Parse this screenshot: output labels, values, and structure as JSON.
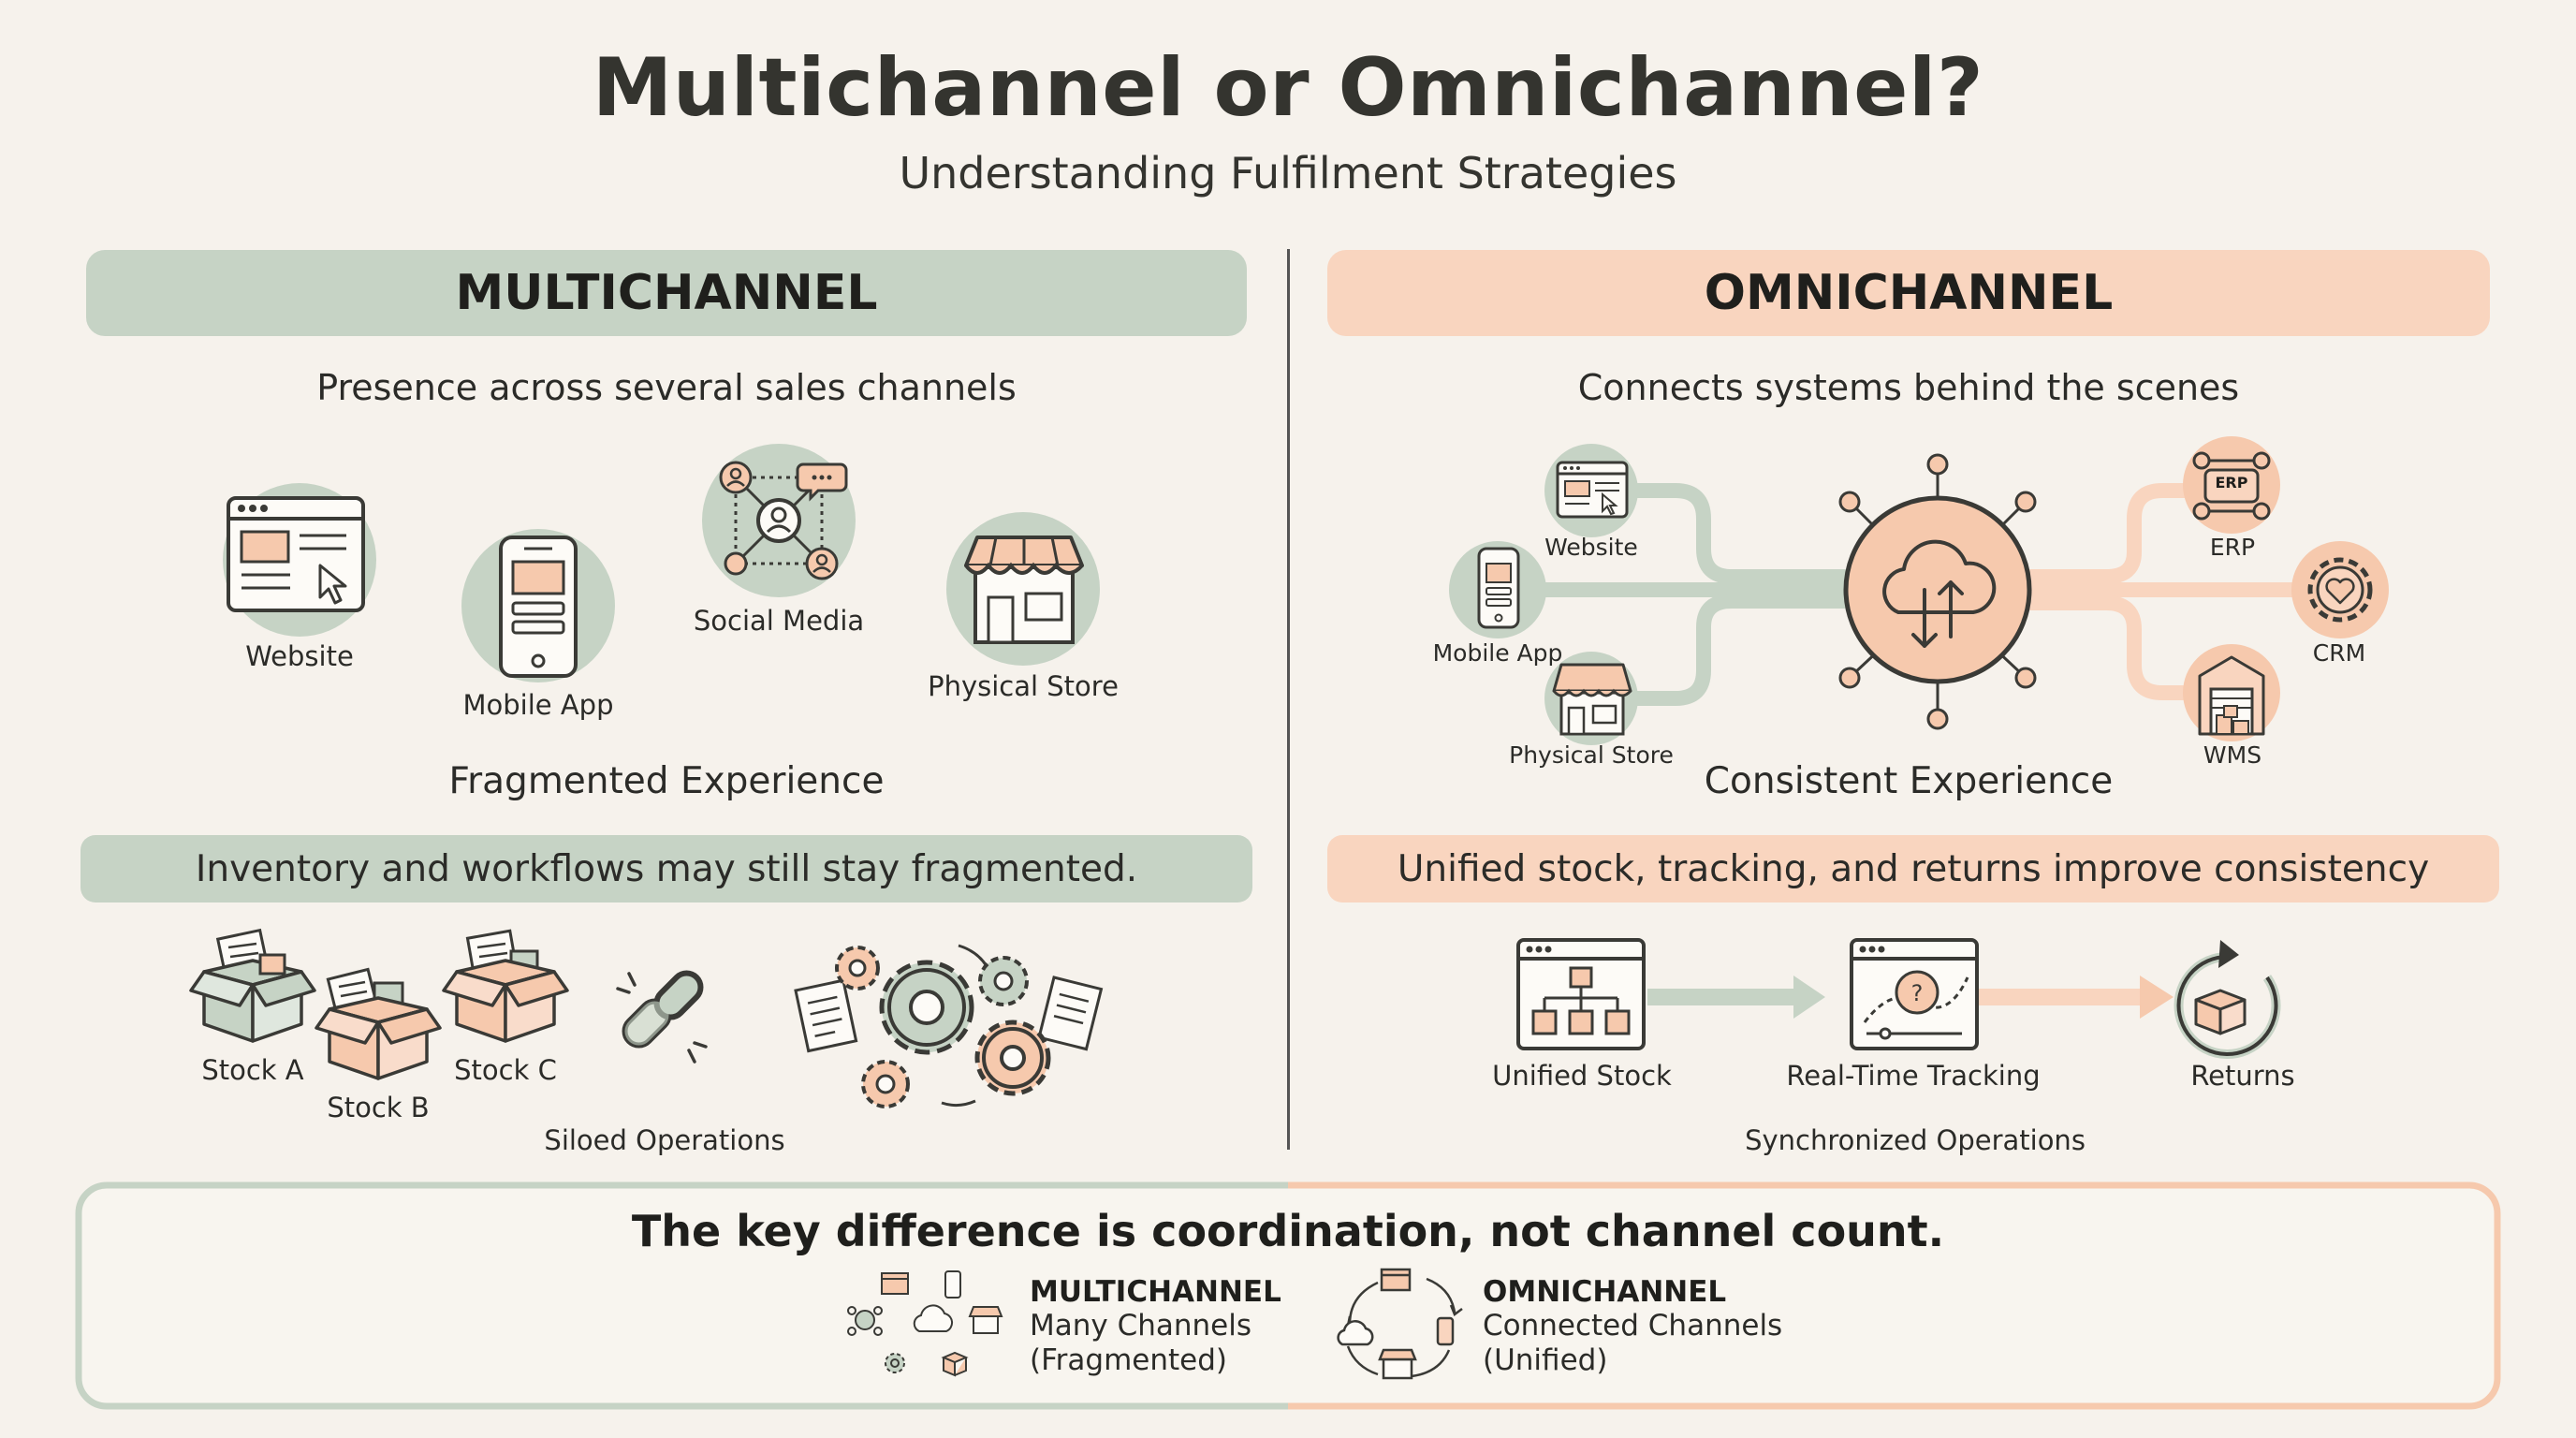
{
  "title": "Multichannel or Omnichannel?",
  "subtitle": "Understanding Fulfilment Strategies",
  "multichannel": {
    "header": "MULTICHANNEL",
    "tagline": "Presence across several sales channels",
    "channels": [
      "Website",
      "Mobile App",
      "Social Media",
      "Physical Store"
    ],
    "experience": "Fragmented Experience",
    "note": "Inventory and workflows may still stay fragmented.",
    "stocks": [
      "Stock A",
      "Stock B",
      "Stock C"
    ],
    "operations": "Siloed Operations"
  },
  "omnichannel": {
    "header": "OMNICHANNEL",
    "tagline": "Connects systems behind the scenes",
    "channels": [
      "Website",
      "Mobile App",
      "Physical Store"
    ],
    "systems": [
      "ERP",
      "CRM",
      "WMS"
    ],
    "erp_badge": "ERP",
    "experience": "Consistent Experience",
    "note": "Unified stock, tracking, and returns improve consistency",
    "flow": [
      "Unified Stock",
      "Real-Time Tracking",
      "Returns"
    ],
    "operations": "Synchronized Operations"
  },
  "bottom": {
    "key": "The key difference is coordination, not channel count.",
    "multi": {
      "title": "MULTICHANNEL",
      "line1": "Many Channels",
      "line2": "(Fragmented)"
    },
    "omni": {
      "title": "OMNICHANNEL",
      "line1": "Connected Channels",
      "line2": "(Unified)"
    }
  },
  "colors": {
    "sage": "#c6d3c5",
    "peach": "#f9d5bf",
    "background": "#f6f2ec",
    "ink": "#3a3a36"
  }
}
